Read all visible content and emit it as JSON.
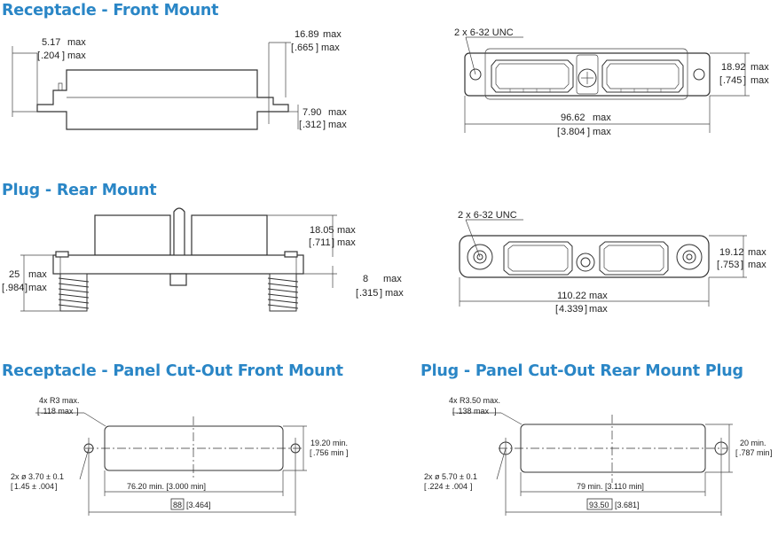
{
  "titles": {
    "receptacle_front": "Receptacle - Front Mount",
    "plug_rear": "Plug - Rear Mount",
    "receptacle_cutout": "Receptacle - Panel Cut-Out Front Mount",
    "plug_cutout": "Plug - Panel Cut-Out Rear Mount Plug"
  },
  "receptacle_side": {
    "d1": "5.17",
    "d1_unit": "max",
    "d1_in": ".204",
    "d1_in_unit": "max",
    "d2": "16.89",
    "d2_unit": "max",
    "d2_in": ".665",
    "d2_in_unit": "max",
    "d3": "7.90",
    "d3_unit": "max",
    "d3_in": ".312",
    "d3_in_unit": "max"
  },
  "receptacle_top": {
    "screws": "2 x 6-32 UNC",
    "h": "18.92",
    "h_unit": "max",
    "h_in": ".745",
    "h_in_unit": "max",
    "w": "96.62",
    "w_unit": "max",
    "w_in": "3.804",
    "w_in_unit": "max"
  },
  "plug_side": {
    "h": "18.05",
    "h_unit": "max",
    "h_in": ".711",
    "h_in_unit": "max",
    "total": "25",
    "total_unit": "max",
    "total_in": ".984",
    "total_in_unit": "max",
    "flange": "8",
    "flange_unit": "max",
    "flange_in": ".315",
    "flange_in_unit": "max"
  },
  "plug_top": {
    "screws": "2 x 6-32 UNC",
    "h": "19.12",
    "h_unit": "max",
    "h_in": ".753",
    "h_in_unit": "max",
    "w": "110.22",
    "w_unit": "max",
    "w_in": "4.339",
    "w_in_unit": "max"
  },
  "cutout_receptacle": {
    "radius": "4x R3 max.",
    "radius_in": ".118 max",
    "hole": "2x ø 3.70 ± 0.1",
    "hole_in": "1.45 ± .004",
    "h": "19.20 min.",
    "h_in": ".756 min",
    "w": "76.20 min. [3.000 min]",
    "pitch": "88",
    "pitch_in": "[3.464]"
  },
  "cutout_plug": {
    "radius": "4x R3.50 max.",
    "radius_in": ".138 max",
    "hole": "2x ø 5.70 ± 0.1",
    "hole_in": ".224 ± .004",
    "h": "20 min.",
    "h_in": ".787 min",
    "w": "79 min. [3.110 min]",
    "pitch": "93.50",
    "pitch_in": "[3.681]"
  }
}
